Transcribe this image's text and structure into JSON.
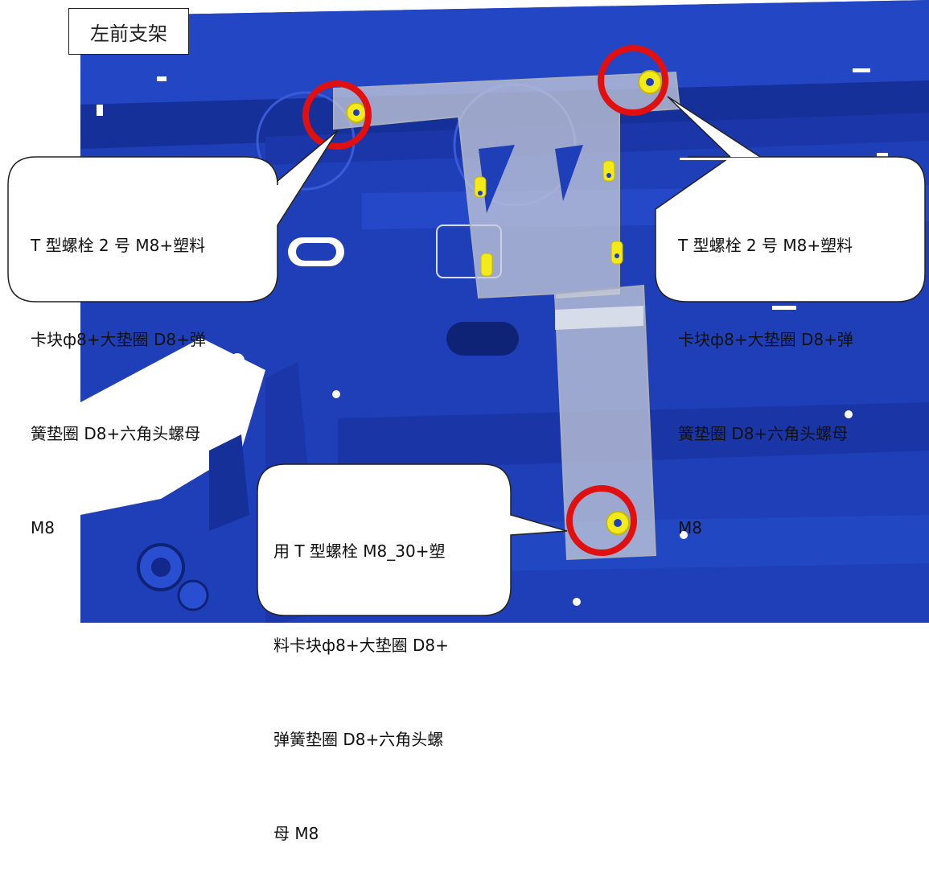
{
  "title": "左前支架",
  "callouts": [
    {
      "lines": [
        "T 型螺栓 2 号 M8+塑料",
        "卡块ф8+大垫圈 D8+弹",
        "簧垫圈 D8+六角头螺母",
        "M8"
      ]
    },
    {
      "lines": [
        "T 型螺栓 2 号 M8+塑料",
        "卡块ф8+大垫圈 D8+弹",
        "簧垫圈 D8+六角头螺母",
        "M8"
      ]
    },
    {
      "lines": [
        "用 T 型螺栓 M8_30+塑",
        "料卡块ф8+大垫圈 D8+",
        "弹簧垫圈 D8+六角头螺",
        "母 M8"
      ]
    }
  ],
  "colors": {
    "body_blue": "#1f3fb8",
    "body_dark": "#12288a",
    "bracket": "#b8bcc8",
    "highlight_ring": "#e01010",
    "bolt_yellow": "#f2ea1a"
  }
}
